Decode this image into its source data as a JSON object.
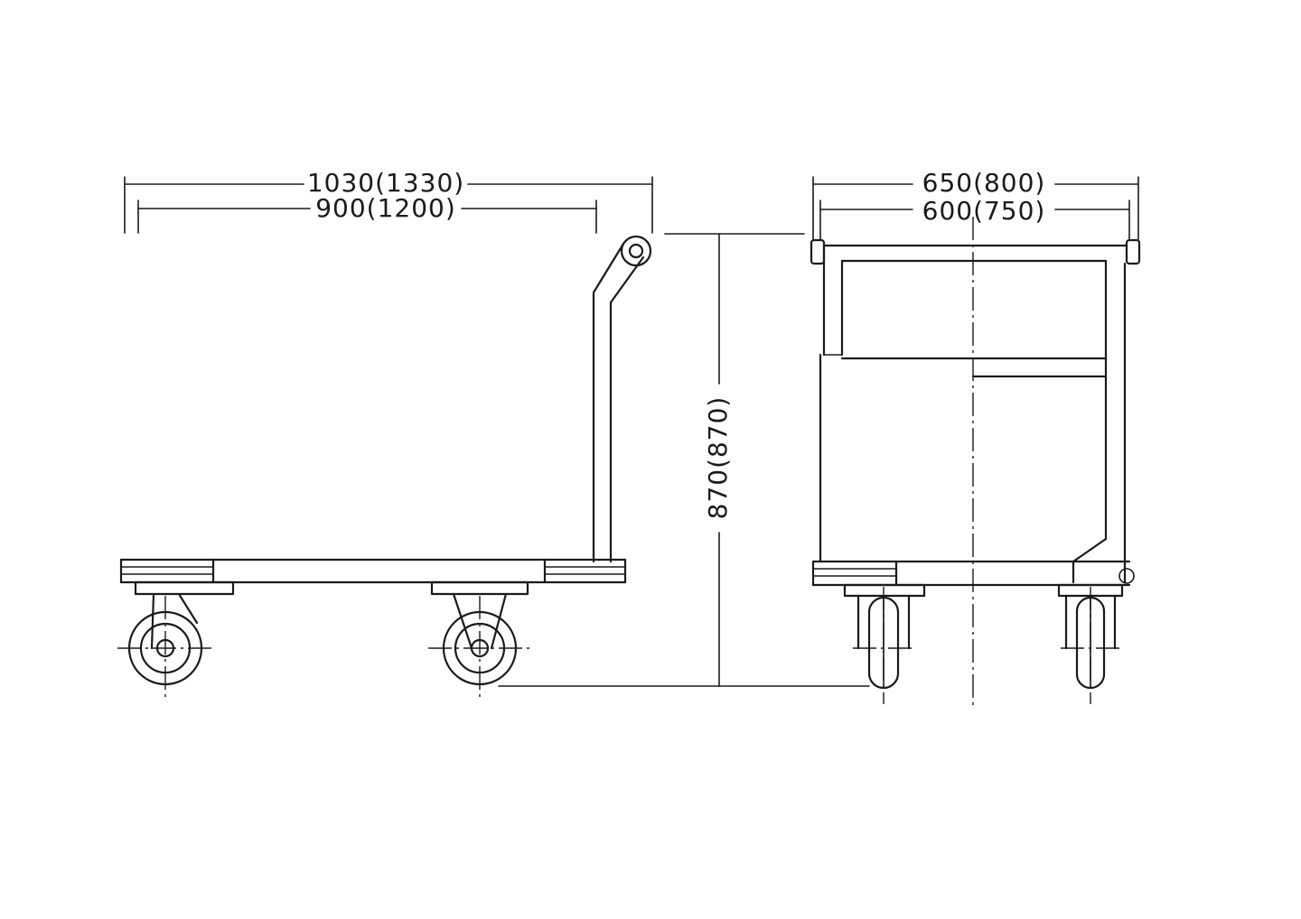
{
  "dimensions": {
    "overall_length": "1030(1330)",
    "platform_length": "900(1200)",
    "overall_width": "650(800)",
    "platform_width": "600(750)",
    "height": "870(870)"
  },
  "colors": {
    "line": "#1a1a1a",
    "background": "#ffffff"
  }
}
